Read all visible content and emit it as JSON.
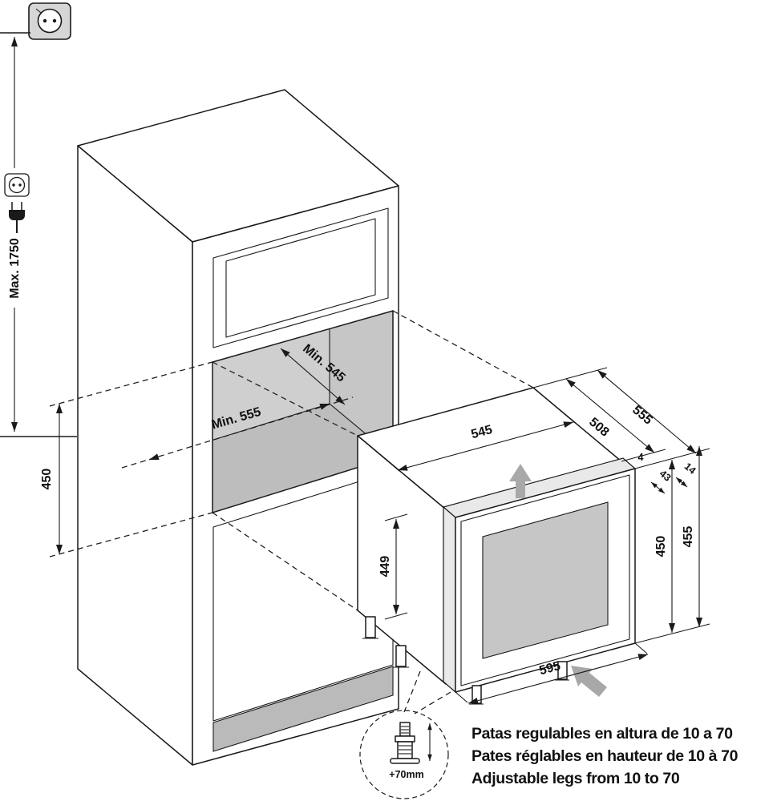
{
  "colors": {
    "line": "#1a1a1a",
    "niche_back": "#cfcfcf",
    "niche_floor": "#bdbdbd",
    "niche_side_wall": "#c6c6c6",
    "kick_plate": "#bababa",
    "door_glass": "#c6c6c6",
    "door_edge": "#e9e9e9",
    "insert_arrow": "#a8a8a8",
    "note_muted": "#9c9c9c"
  },
  "icons": {
    "wall_socket": "wall-socket-icon",
    "socket": "socket-icon",
    "plug": "plug-icon",
    "insert_arrow": "insert-arrow",
    "leg": "leg-icon"
  },
  "dimensions": {
    "max_height": "Max. 1750",
    "min_width": "Min. 555",
    "min_depth": "Min. 545",
    "niche_height": "450",
    "top_width": "545",
    "depth_inner": "508",
    "depth_outer": "555",
    "gap": "4",
    "door_offset": "43",
    "edge_offset": "14",
    "body_height": "449",
    "front_height": "450",
    "overall_height": "455",
    "front_width": "595",
    "leg_adjust": "+70mm"
  },
  "notes": {
    "es": "Patas regulables en altura de 10 a 70",
    "fr": "Pates réglables en hauteur de 10 à 70",
    "en": "Adjustable legs from 10 to 70"
  }
}
